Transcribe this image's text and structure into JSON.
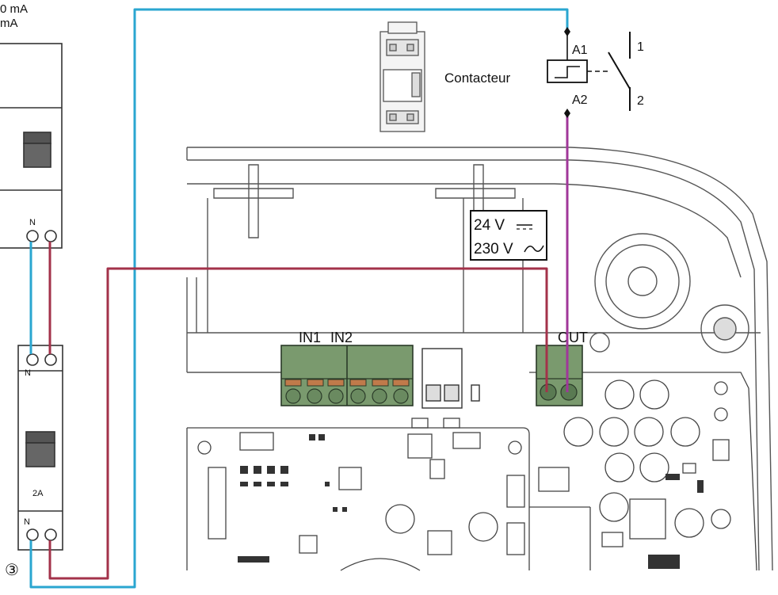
{
  "top_left_text": {
    "line1": "0 mA",
    "line2": "mA"
  },
  "breaker_upper": {
    "terminal_label": "N"
  },
  "breaker_lower": {
    "terminal_top_label": "N",
    "rating": "2A",
    "terminal_bottom_label": "N"
  },
  "marker": {
    "number": "③"
  },
  "contactor": {
    "label": "Contacteur",
    "coil_top": "A1",
    "coil_bottom": "A2",
    "contact_top": "1",
    "contact_bottom": "2"
  },
  "voltage_box": {
    "line1": "24 V",
    "line2": "230 V"
  },
  "board": {
    "in1": "IN1",
    "in2": "IN2",
    "out": "OUT"
  },
  "colors": {
    "neutral_wire": "#2aa6d0",
    "phase_wire": "#a3324a",
    "control_wire": "#a0379a",
    "terminal_green": "#7a9a6e",
    "line_art": "#333333"
  }
}
